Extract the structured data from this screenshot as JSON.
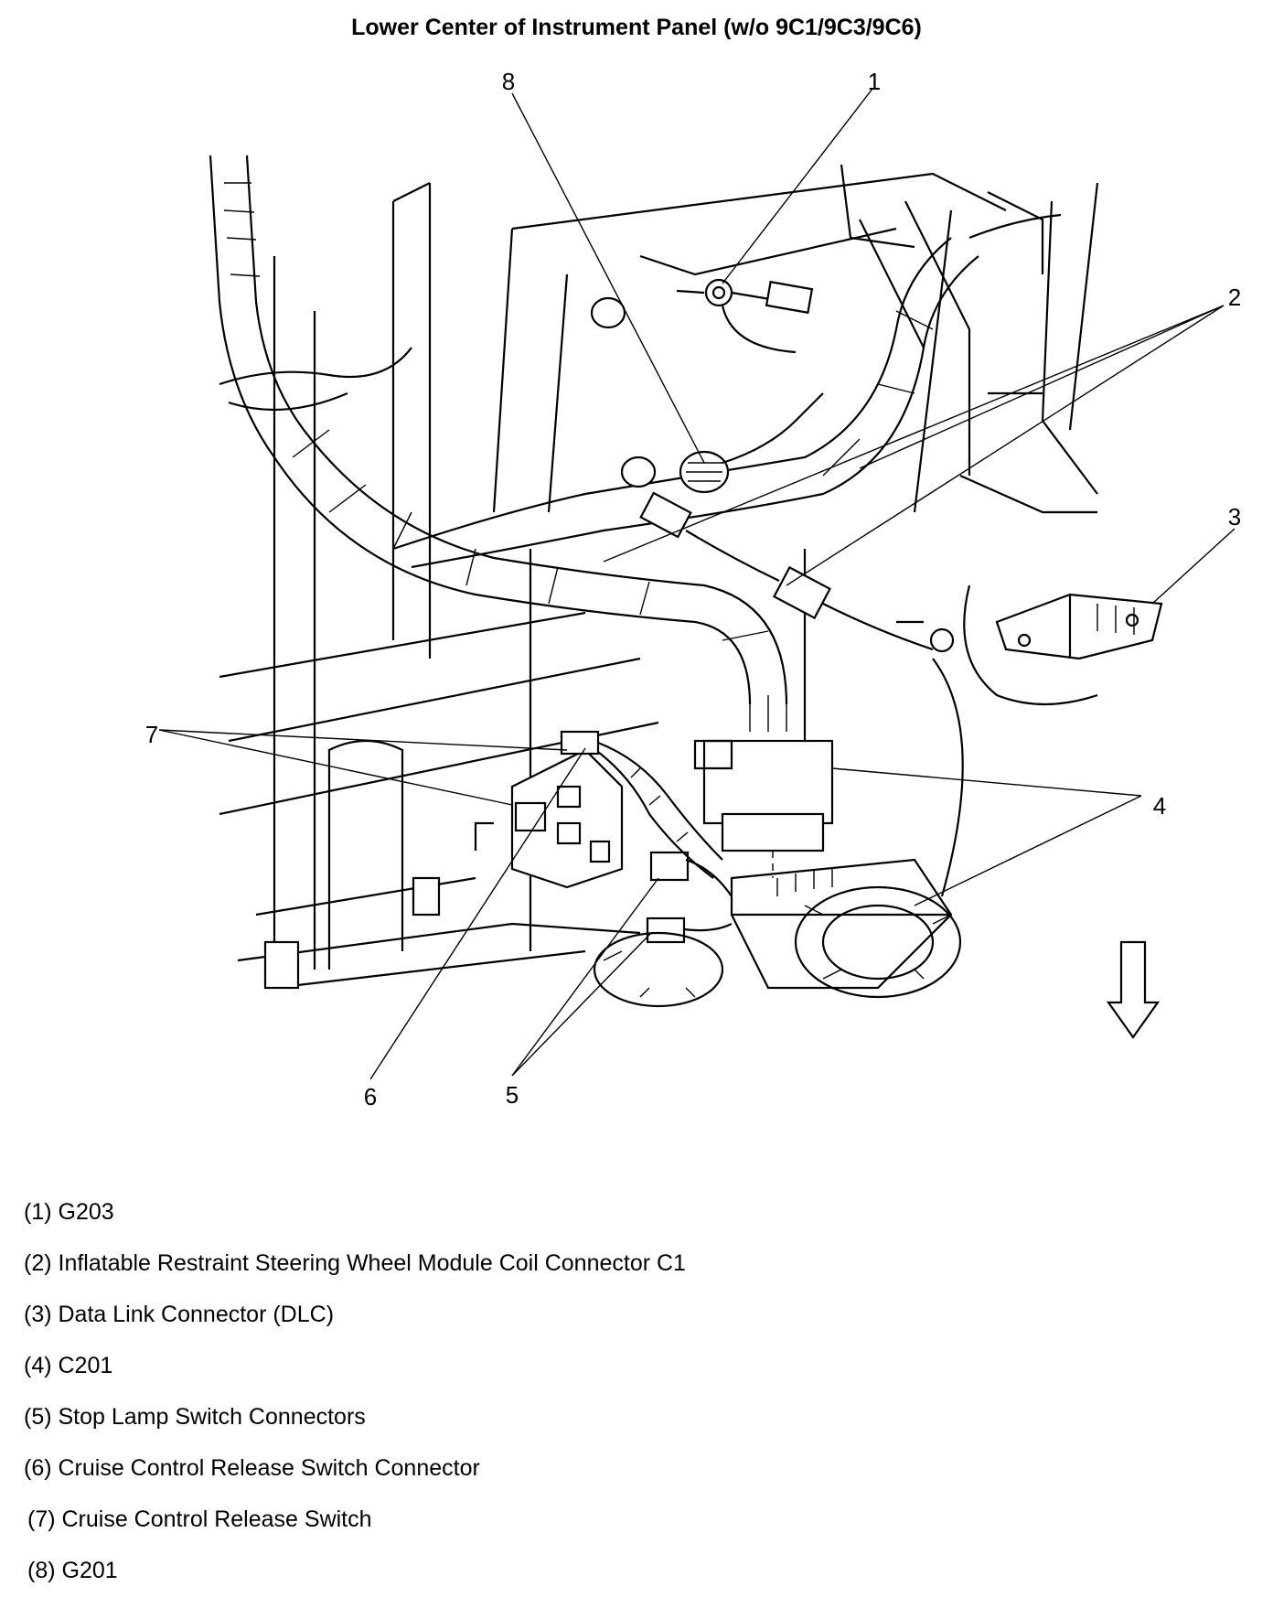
{
  "title": "Lower Center of Instrument Panel (w/o 9C1/9C3/9C6)",
  "callouts": {
    "c1": "1",
    "c2": "2",
    "c3": "3",
    "c4": "4",
    "c5": "5",
    "c6": "6",
    "c7": "7",
    "c8": "8"
  },
  "legend": [
    "(1) G203",
    "(2) Inflatable Restraint Steering Wheel Module Coil Connector C1",
    "(3) Data Link Connector (DLC)",
    "(4) C201",
    "(5) Stop Lamp Switch Connectors",
    "(6) Cruise Control Release Switch Connector",
    "(7) Cruise Control Release Switch",
    "(8) G201"
  ],
  "icons": {
    "direction_arrow": "down-arrow-icon"
  }
}
